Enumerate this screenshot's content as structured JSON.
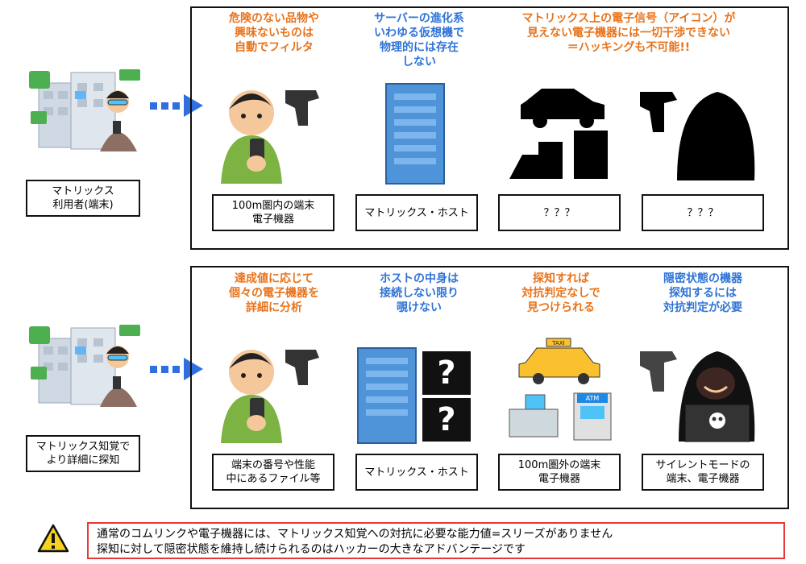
{
  "rows": [
    {
      "left_label": [
        "マトリックス",
        "利用者(端末)"
      ],
      "columns": [
        {
          "caption": [
            "危険のない品物や",
            "興味ないものは",
            "自動でフィルタ"
          ],
          "caption_color": "#e8731b",
          "box": [
            "100m圏内の端末",
            "電子機器"
          ]
        },
        {
          "caption": [
            "サーバーの進化系",
            "いわゆる仮想機で",
            "物理的には存在",
            "しない"
          ],
          "caption_color": "#2f73d6",
          "box": [
            "マトリックス・ホスト"
          ]
        },
        {
          "caption": [
            "マトリックス上の電子信号（アイコン）が",
            "見えない電子機器には一切干渉できない",
            "＝ハッキングも不可能!!"
          ],
          "caption_color": "#e8731b",
          "box": [
            "？？？"
          ]
        },
        {
          "caption": [],
          "caption_color": "#e8731b",
          "box": [
            "？？？"
          ]
        }
      ]
    },
    {
      "left_label": [
        "マトリックス知覚で",
        "より詳細に探知"
      ],
      "columns": [
        {
          "caption": [
            "達成値に応じて",
            "個々の電子機器を",
            "詳細に分析"
          ],
          "caption_color": "#e8731b",
          "box": [
            "端末の番号や性能",
            "中にあるファイル等"
          ]
        },
        {
          "caption": [
            "ホストの中身は",
            "接続しない限り",
            "覗けない"
          ],
          "caption_color": "#2f73d6",
          "box": [
            "マトリックス・ホスト"
          ]
        },
        {
          "caption": [
            "探知すれば",
            "対抗判定なしで",
            "見つけられる"
          ],
          "caption_color": "#e8731b",
          "box": [
            "100m圏外の端末",
            "電子機器"
          ]
        },
        {
          "caption": [
            "隠密状態の機器",
            "探知するには",
            "対抗判定が必要"
          ],
          "caption_color": "#2f73d6",
          "box": [
            "サイレントモードの",
            "端末、電子機器"
          ]
        }
      ]
    }
  ],
  "taxi_sign": "TAXI",
  "atm_sign": "ATM",
  "footer": {
    "lines": [
      "通常のコムリンクや電子機器には、マトリックス知覚への対抗に必要な能力値=スリーズがありません",
      "探知に対して隠密状態を維持し続けられるのはハッカーの大きなアドバンテージです"
    ]
  },
  "colors": {
    "accent_orange": "#e8731b",
    "accent_blue": "#2f73d6",
    "arrow": "#2f6fe0",
    "warning_red": "#e53935",
    "warning_yellow": "#f7d21e"
  }
}
